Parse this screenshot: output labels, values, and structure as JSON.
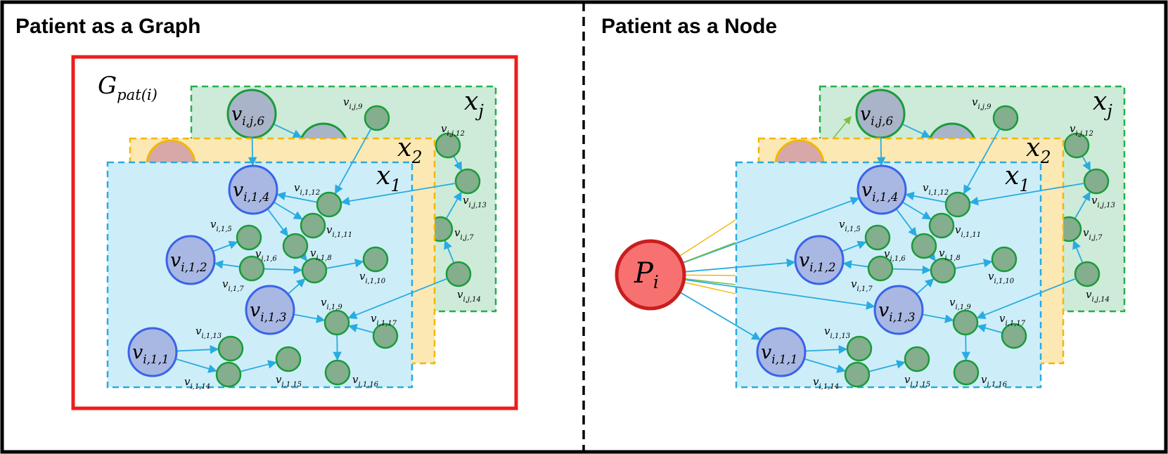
{
  "left_panel": {
    "title": "Patient as a Graph",
    "graph_label": "G",
    "graph_label_sub": "pat(i)"
  },
  "right_panel": {
    "title": "Patient as a Node",
    "patient_node": "P",
    "patient_node_sub": "i"
  },
  "layers": {
    "x1": {
      "base": "x",
      "sub": "1"
    },
    "x2": {
      "base": "x",
      "sub": "2"
    },
    "xj": {
      "base": "x",
      "sub": "j"
    }
  },
  "nodes": {
    "j6": {
      "base": "v",
      "sub": "i,j,6"
    },
    "j9": {
      "base": "v",
      "sub": "i,j,9"
    },
    "j12": {
      "base": "v",
      "sub": "i,j,12"
    },
    "j13": {
      "base": "v",
      "sub": "i,j,13"
    },
    "j7": {
      "base": "v",
      "sub": "i,j,7"
    },
    "j14": {
      "base": "v",
      "sub": "i,j,14"
    },
    "n1": {
      "base": "v",
      "sub": "i,1,1"
    },
    "n2": {
      "base": "v",
      "sub": "i,1,2"
    },
    "n3": {
      "base": "v",
      "sub": "i,1,3"
    },
    "n4": {
      "base": "v",
      "sub": "i,1,4"
    },
    "n5": {
      "base": "v",
      "sub": "i,1,5"
    },
    "n6": {
      "base": "v",
      "sub": "i,1,6"
    },
    "n7": {
      "base": "v",
      "sub": "i,1,7"
    },
    "n8": {
      "base": "v",
      "sub": "i,1,8"
    },
    "n9": {
      "base": "v",
      "sub": "i,1,9"
    },
    "n10": {
      "base": "v",
      "sub": "i,1,10"
    },
    "n11": {
      "base": "v",
      "sub": "i,1,11"
    },
    "n12": {
      "base": "v",
      "sub": "i,1,12"
    },
    "n13": {
      "base": "v",
      "sub": "i,1,13"
    },
    "n14": {
      "base": "v",
      "sub": "i,1,14"
    },
    "n15": {
      "base": "v",
      "sub": "i,1,15"
    },
    "n16": {
      "base": "v",
      "sub": "i,1,16"
    },
    "n17": {
      "base": "v",
      "sub": "i,1,17"
    }
  },
  "colors": {
    "frame": "#000000",
    "patient_box": "#ee1c1c",
    "layer_x1_fill": "#cdeef8",
    "layer_x1_border": "#29abe2",
    "layer_x2_fill": "#fce8b3",
    "layer_x2_border": "#f2b705",
    "layer_xj_fill": "#cdebd8",
    "layer_xj_border": "#22b14c",
    "big_node_fill": "#a9b7e3",
    "big_node_border": "#3a63e8",
    "small_node_fill": "#84ae8e",
    "small_node_border": "#1a9b3a",
    "edge": "#29abe2",
    "patient_node_fill": "#f87171",
    "patient_node_border": "#c81e1e"
  }
}
